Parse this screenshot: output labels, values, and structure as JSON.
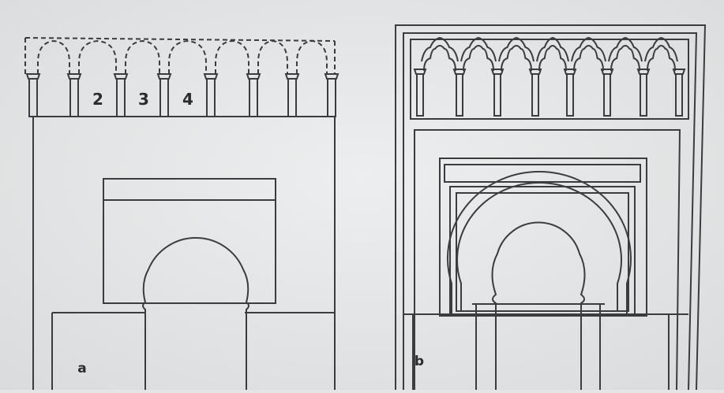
{
  "figure_a": {
    "label": "a",
    "arch_numbers": [
      "2",
      "3",
      "4"
    ]
  },
  "figure_b": {
    "label": "b"
  },
  "colors": {
    "background": "#e4e6e6",
    "paper": "#ecedee",
    "line": "#3a3c3e"
  }
}
